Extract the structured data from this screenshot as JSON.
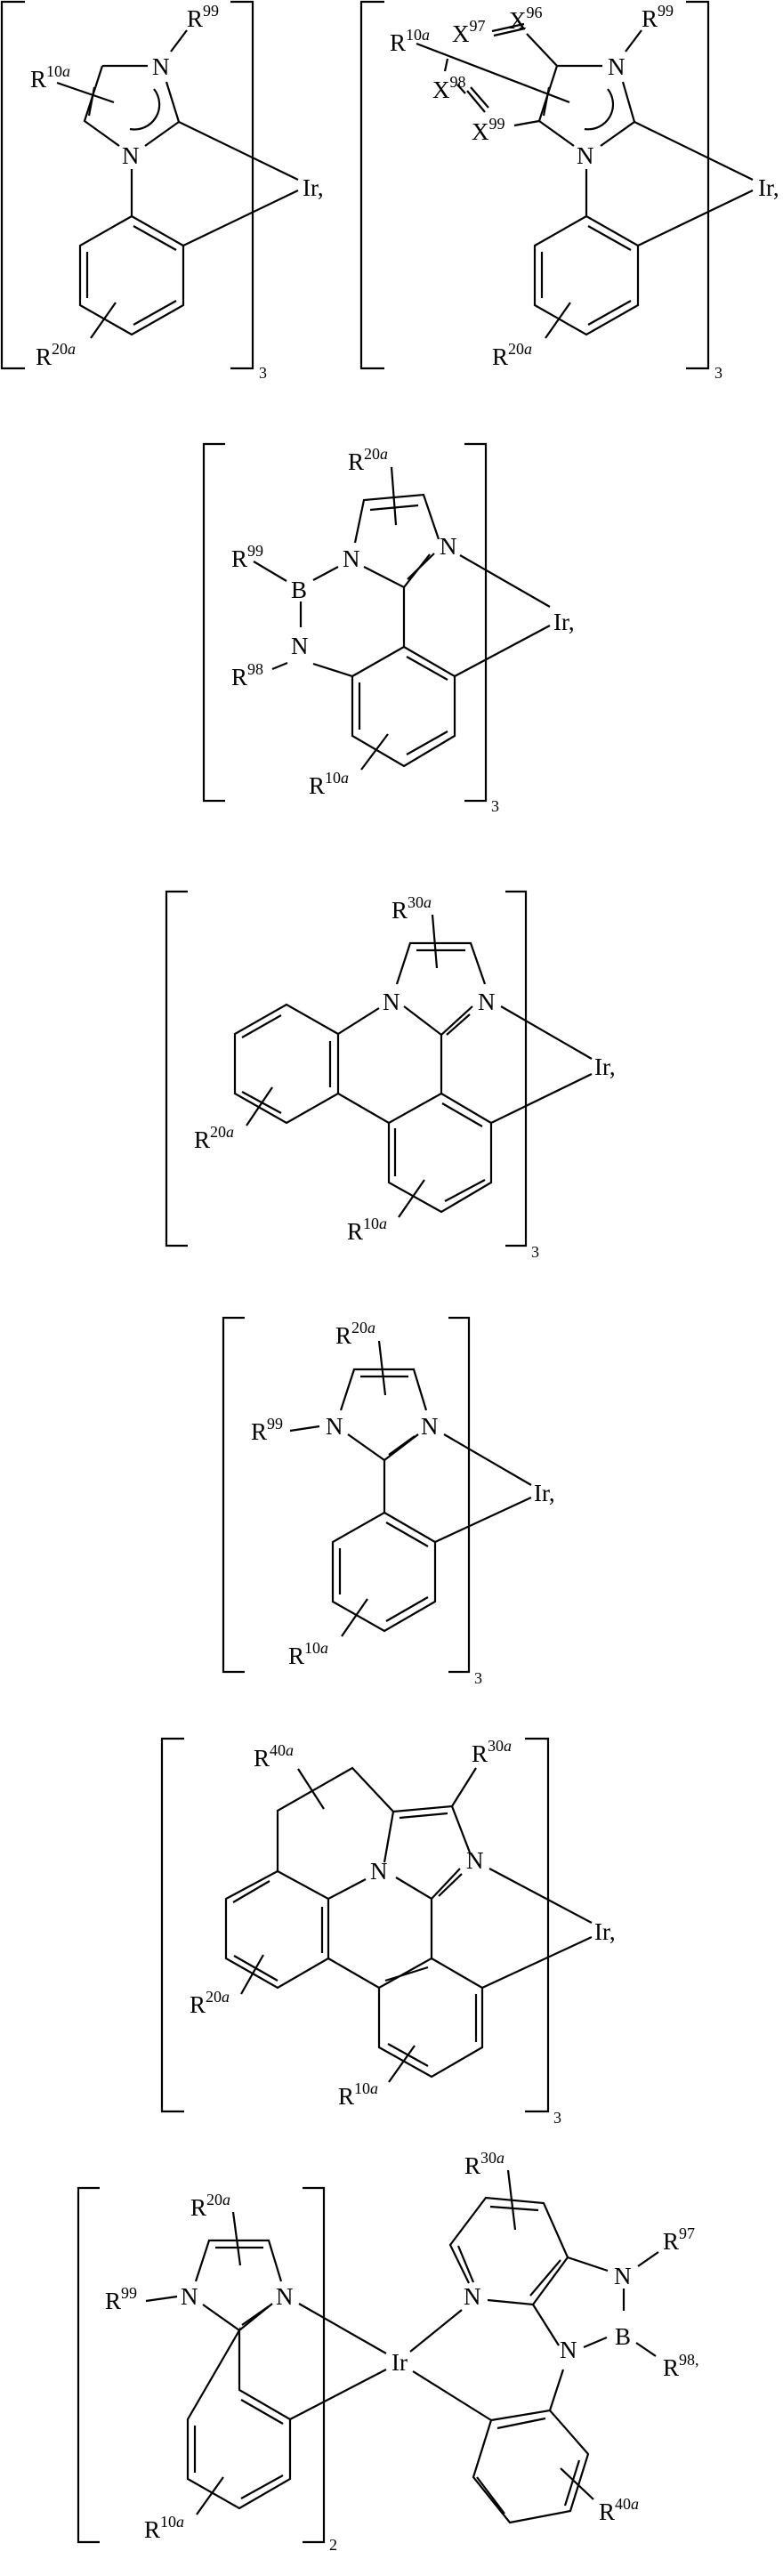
{
  "figure": {
    "description": "Iridium complexes with imidazole/benzimidazole-type ligands (patent structure drawings)",
    "background": "#ffffff",
    "ink": "#000000",
    "structures": [
      {
        "id": "s1",
        "metal": "Ir,",
        "multiplier": "3",
        "labels": {
          "r99": "99",
          "r10a": "10",
          "r20a": "20"
        }
      },
      {
        "id": "s2",
        "metal": "Ir,",
        "multiplier": "3",
        "labels": {
          "r99": "99",
          "r10a": "10",
          "r20a": "20",
          "x96": "96",
          "x97": "97",
          "x98": "98",
          "x99": "99"
        }
      },
      {
        "id": "s3",
        "metal": "Ir,",
        "multiplier": "3",
        "atoms": {
          "boron": "B",
          "n": "N"
        },
        "labels": {
          "r99": "99",
          "r98": "98",
          "r10a": "10",
          "r20a": "20"
        }
      },
      {
        "id": "s4",
        "metal": "Ir,",
        "multiplier": "3",
        "labels": {
          "r30a": "30",
          "r20a": "20",
          "r10a": "10"
        }
      },
      {
        "id": "s5",
        "metal": "Ir,",
        "multiplier": "3",
        "labels": {
          "r99": "99",
          "r20a": "20",
          "r10a": "10"
        }
      },
      {
        "id": "s6",
        "metal": "Ir,",
        "multiplier": "3",
        "labels": {
          "r40a": "40",
          "r30a": "30",
          "r20a": "20",
          "r10a": "10"
        }
      },
      {
        "id": "s7",
        "metal": "Ir",
        "multiplier": "2",
        "atoms": {
          "boron": "B",
          "n": "N"
        },
        "labels": {
          "r99": "99",
          "r20a": "20",
          "r10a": "10",
          "r30a": "30",
          "r97": "97",
          "r98": "98,",
          "r40a": "40"
        }
      }
    ],
    "symbols": {
      "r": "R",
      "x": "X",
      "n": "N",
      "a": "a"
    }
  }
}
